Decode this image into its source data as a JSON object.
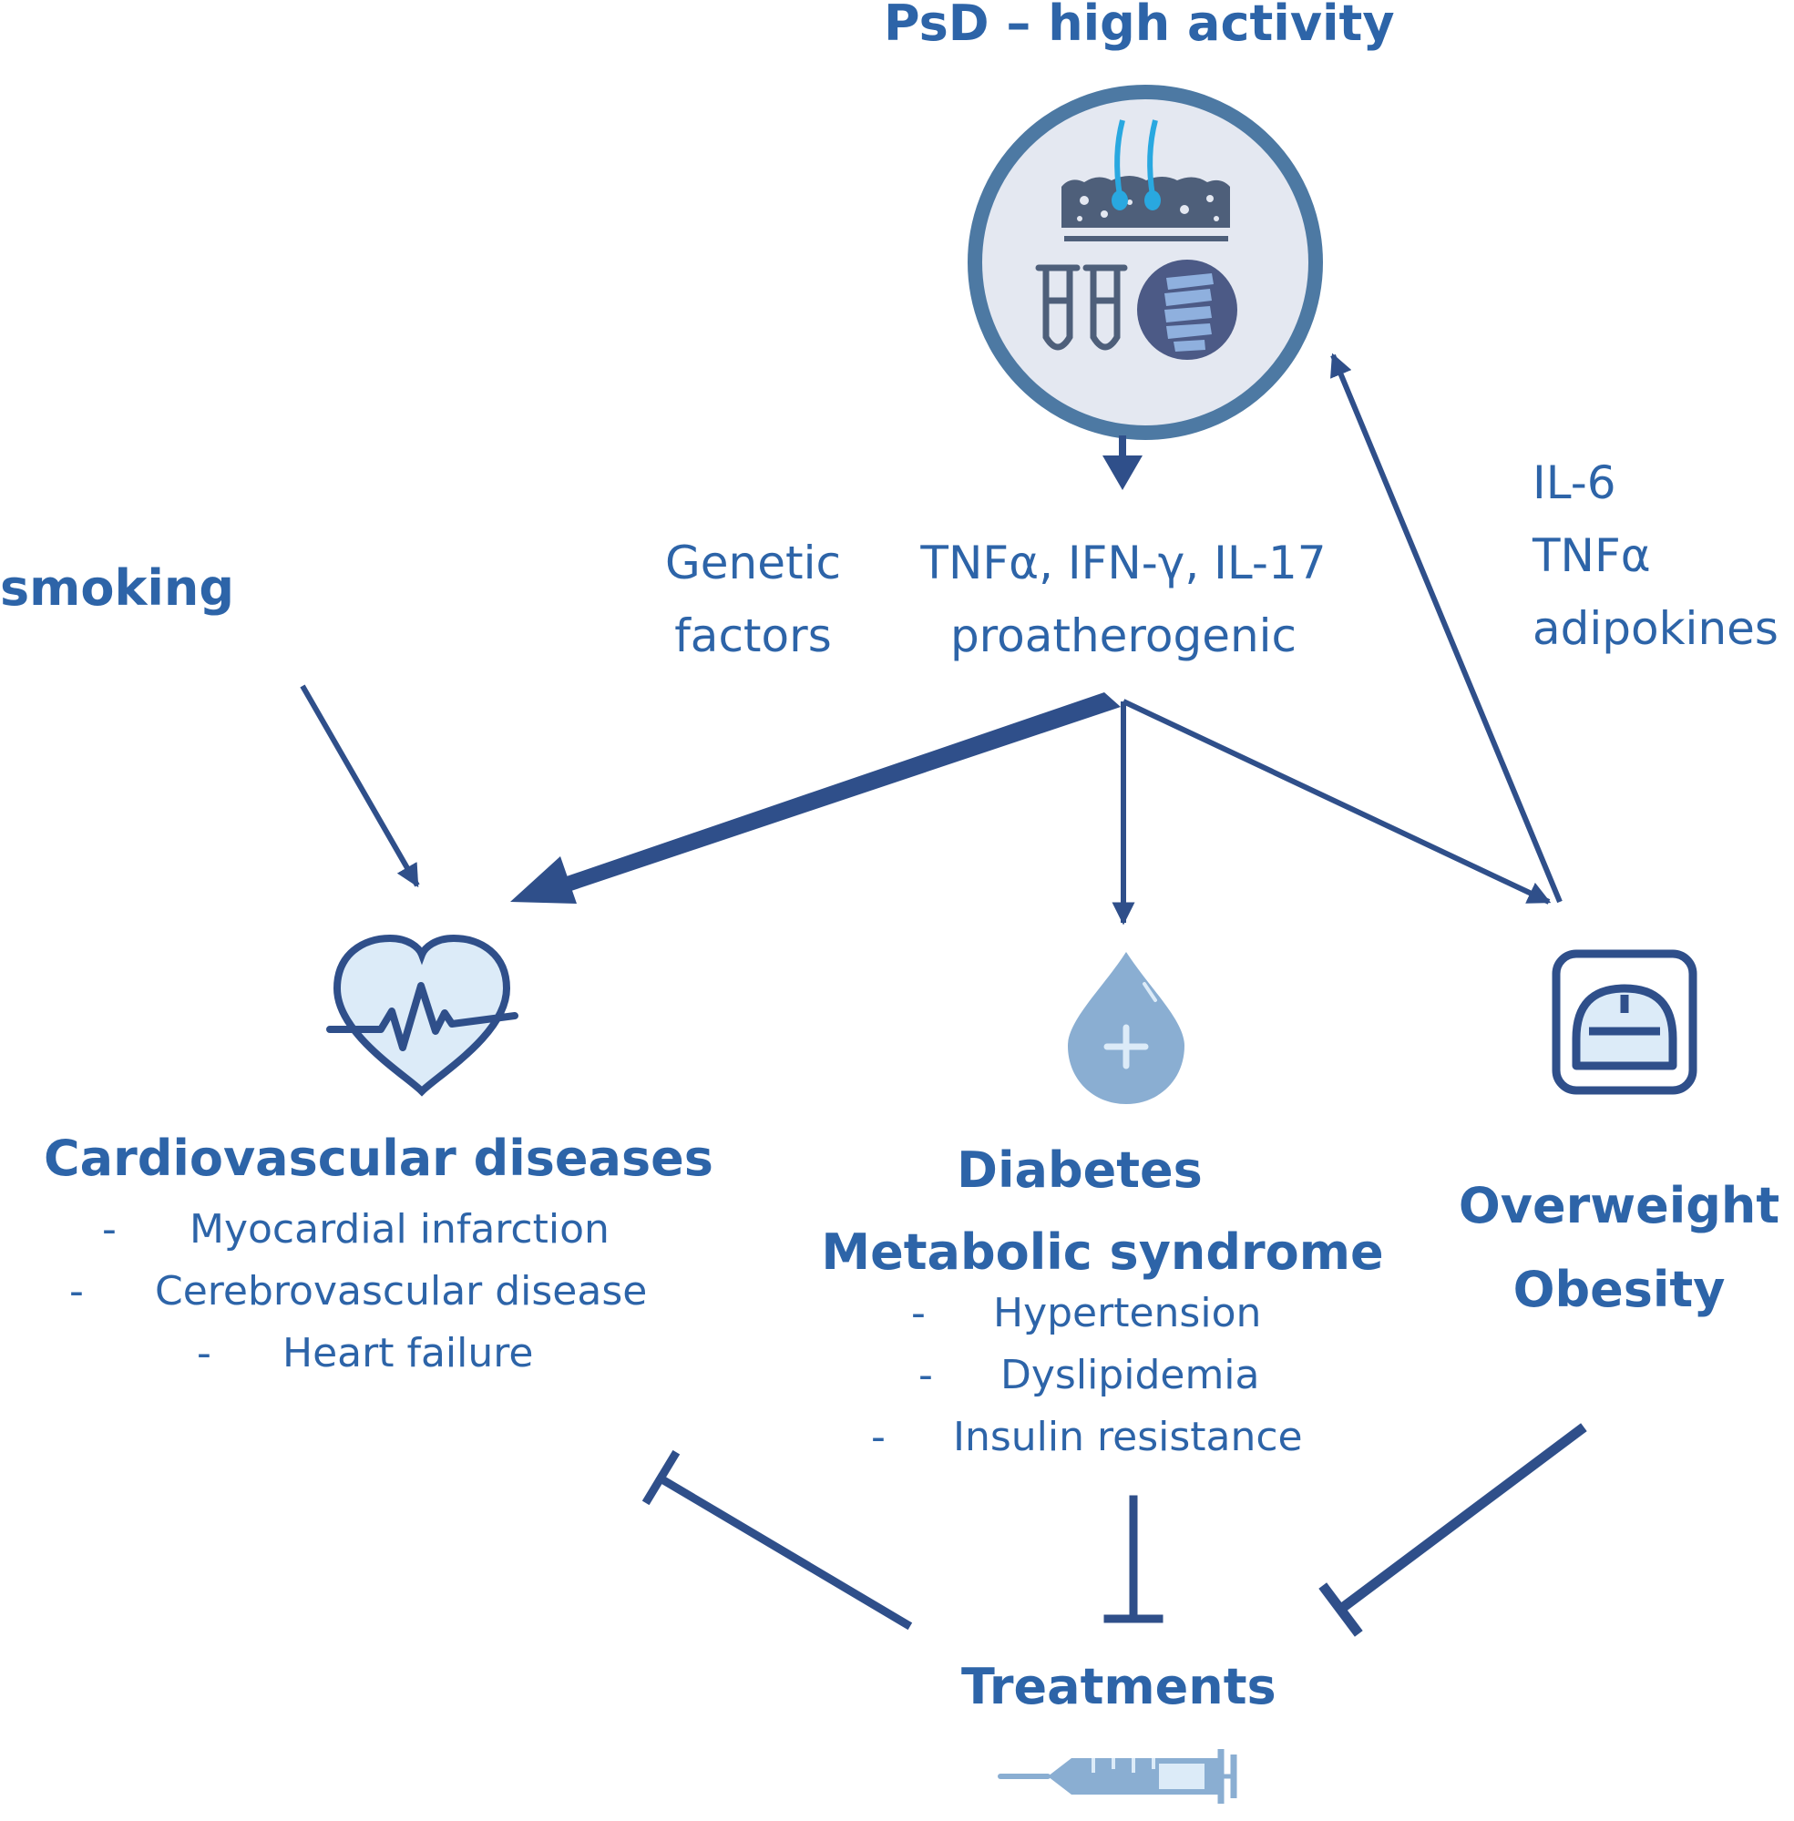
{
  "title": "PsD – high activity",
  "factors": {
    "smoking": "smoking",
    "genetic": [
      "Genetic",
      "factors"
    ],
    "cytokines": [
      "TNFα, IFN-γ, IL-17",
      "proatherogenic"
    ],
    "obesity_mediators": [
      "IL-6",
      "TNFα",
      "adipokines"
    ]
  },
  "cardio": {
    "heading": "Cardiovascular diseases",
    "items": [
      "Myocardial infarction",
      "Cerebrovascular disease",
      "Heart failure"
    ]
  },
  "diabetes": {
    "heading": [
      "Diabetes",
      "Metabolic syndrome"
    ],
    "items": [
      "Hypertension",
      "Dyslipidemia",
      "Insulin resistance"
    ]
  },
  "obesity": {
    "heading": [
      "Overweight",
      "Obesity"
    ]
  },
  "treatments": {
    "label": "Treatments"
  },
  "list_marker": "-",
  "icons": [
    "skin-hair-icon",
    "test-tubes-icon",
    "spine-xray-icon",
    "heart-pulse-icon",
    "blood-drop-icon",
    "weight-scale-icon",
    "syringe-icon"
  ],
  "colors": {
    "line": "#2f4f8a",
    "text": "#2d64a8",
    "circle_fill": "#e4e8f1",
    "circle_ring": "#4d79a3",
    "icon_light": "#dcebf8",
    "icon_drop": "#8aaed2",
    "accent_blue": "#29a8e0"
  }
}
